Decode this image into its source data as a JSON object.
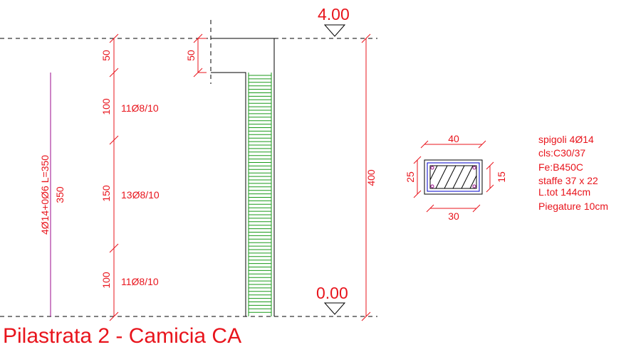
{
  "title": "Pilastrata 2 - Camicia CA",
  "levels": {
    "top": "4.00",
    "bottom": "0.00"
  },
  "heights": {
    "top_segment": "50",
    "top_detail": "50",
    "segment_1": "100",
    "segment_2": "150",
    "segment_3": "100",
    "total": "400"
  },
  "stirrups": {
    "segment_1": "11Ø8/10",
    "segment_2": "13Ø8/10",
    "segment_3": "11Ø8/10"
  },
  "rebar": {
    "label": "4Ø14+0Ø6 L=350",
    "length": "350"
  },
  "section": {
    "width": "40",
    "height": "25",
    "inner_width": "30",
    "inner_height": "15"
  },
  "notes": [
    "spigoli 4Ø14",
    "cls:C30/37",
    "Fe:B450C",
    "staffe 37 x 22",
    "L.tot 144cm",
    "Piegature 10cm"
  ],
  "colors": {
    "annotation": "#e8141c",
    "rebar": "#9b0a8c",
    "stirrup": "#1a9a1a",
    "outline": "#000000",
    "section_frame": "#0000c8"
  }
}
